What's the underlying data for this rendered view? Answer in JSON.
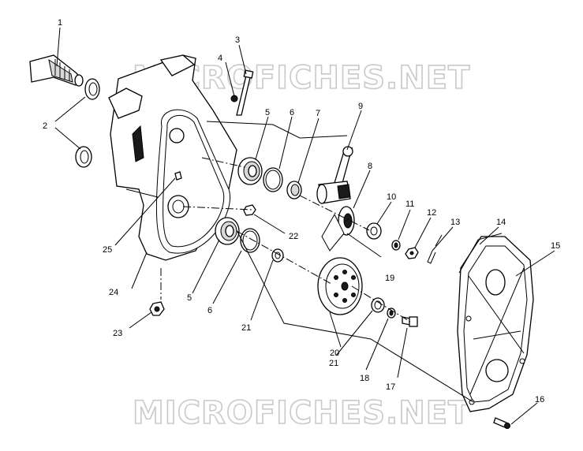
{
  "watermark": {
    "top_text": "MICROFICHES.NET",
    "bottom_text": "MICROFICHES.NET"
  },
  "callouts": {
    "c1": "1",
    "c2": "2",
    "c3": "3",
    "c4": "4",
    "c5a": "5",
    "c5b": "5",
    "c6a": "6",
    "c6b": "6",
    "c7": "7",
    "c8": "8",
    "c9": "9",
    "c10": "10",
    "c11": "11",
    "c12": "12",
    "c13": "13",
    "c14": "14",
    "c15": "15",
    "c16": "16",
    "c17": "17",
    "c18": "18",
    "c19": "19",
    "c20": "20",
    "c21a": "21",
    "c21b": "21",
    "c22": "22",
    "c23": "23",
    "c24": "24",
    "c25": "25"
  }
}
